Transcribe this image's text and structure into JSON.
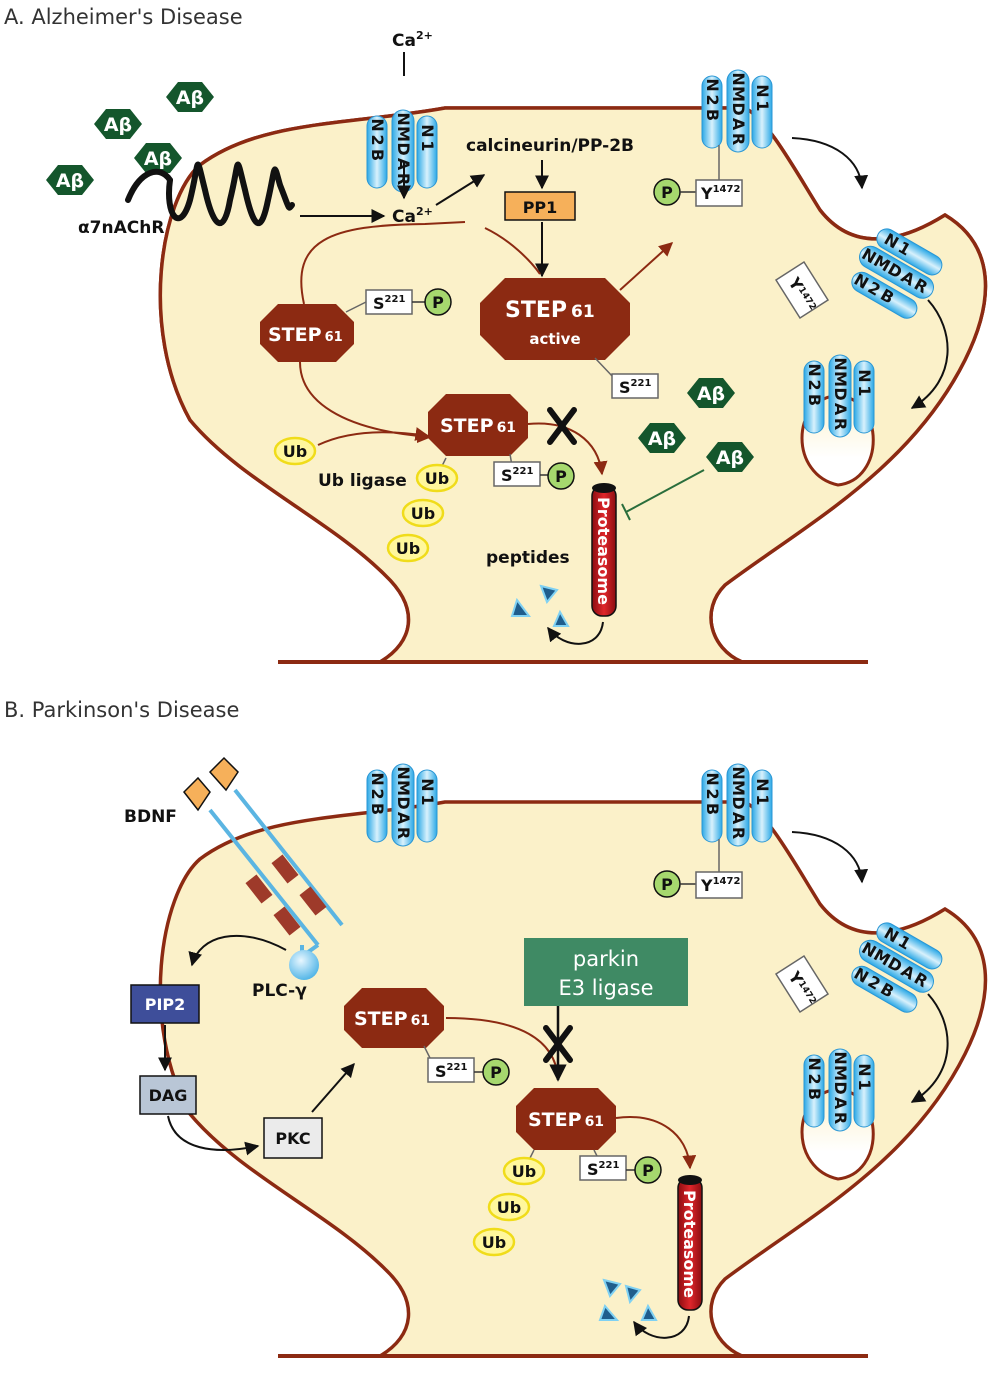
{
  "panel_a": {
    "heading": "A. Alzheimer's Disease",
    "abeta": "Aβ",
    "receptor": "α7nAChR",
    "ca": "Ca",
    "ca_sup": "2+",
    "calcineurin": "calcineurin/PP-2B",
    "pp1": "PP1",
    "step": "STEP",
    "step_sub": "61",
    "step_active": "active",
    "serine": "S",
    "serine_sup": "221",
    "tyrosine": "Y",
    "tyrosine_sup": "1472",
    "phospho": "P",
    "ub": "Ub",
    "ub_ligase": "Ub ligase",
    "proteasome": "Proteasome",
    "peptides": "peptides",
    "nmdar": [
      "N",
      "M",
      "D",
      "A",
      "R"
    ],
    "n2b": [
      "N",
      "2",
      "B"
    ],
    "n1": [
      "N",
      "1"
    ]
  },
  "panel_b": {
    "heading": "B. Parkinson's Disease",
    "bdnf": "BDNF",
    "plc": "PLC-γ",
    "pip2": "PIP2",
    "dag": "DAG",
    "pkc": "PKC",
    "parkin_line1": "parkin",
    "parkin_line2": "E3 ligase",
    "step": "STEP",
    "step_sub": "61",
    "serine": "S",
    "serine_sup": "221",
    "tyrosine": "Y",
    "tyrosine_sup": "1472",
    "phospho": "P",
    "ub": "Ub",
    "proteasome": "Proteasome"
  },
  "colors": {
    "cell_fill": "#fbf1c9",
    "membrane": "#8c2a12",
    "step_fill": "#8c2a12",
    "abeta_fill": "#14562c",
    "nmdar_blue": "#56c1ee",
    "ub_fill": "#fff79c",
    "ub_stroke": "#f0dc1a",
    "phospho_fill": "#a6d86e",
    "pp1_fill": "#f6b05a",
    "parkin_fill": "#3f8a64",
    "pip2_fill": "#3e4e9a",
    "dag_fill": "#b9c6d6",
    "proteasome_fill": "#c0161b"
  }
}
